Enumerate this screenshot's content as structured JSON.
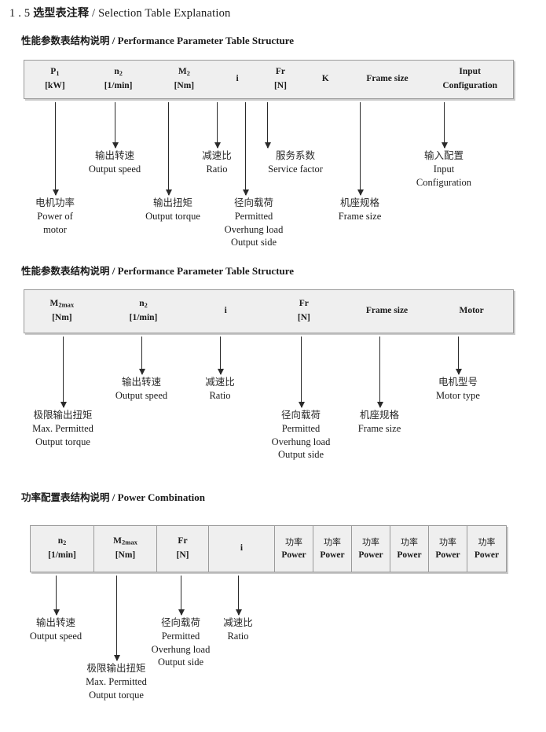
{
  "title": {
    "number": "1 . 5",
    "cn": "选型表注释",
    "sep": "/",
    "en": "Selection Table Explanation"
  },
  "sections": [
    {
      "heading": {
        "cn": "性能参数表结构说明",
        "sep": "/",
        "en": "Performance Parameter Table Structure"
      },
      "table": {
        "columns": [
          {
            "line1": "P",
            "sub1": "1",
            "line2": "[kW]"
          },
          {
            "line1": "n",
            "sub1": "2",
            "line2": "[1/min]"
          },
          {
            "line1": "M",
            "sub1": "2",
            "line2": "[Nm]"
          },
          {
            "line1": "i",
            "sub1": "",
            "line2": ""
          },
          {
            "line1": "Fr",
            "sub1": "",
            "line2": "[N]"
          },
          {
            "line1": "K",
            "sub1": "",
            "line2": ""
          },
          {
            "line1": "Frame size",
            "sub1": "",
            "line2": ""
          },
          {
            "line1": "Input",
            "sub1": "",
            "line2": "Configuration"
          }
        ]
      },
      "notes": [
        {
          "cn": "电机功率",
          "en": [
            "Power of",
            "motor"
          ]
        },
        {
          "cn": "输出转速",
          "en": [
            "Output speed"
          ]
        },
        {
          "cn": "输出扭矩",
          "en": [
            "Output torque"
          ]
        },
        {
          "cn": "减速比",
          "en": [
            "Ratio"
          ]
        },
        {
          "cn": "径向载荷",
          "en": [
            "Permitted",
            "Overhung load",
            "Output side"
          ]
        },
        {
          "cn": "服务系数",
          "en": [
            "Service factor"
          ]
        },
        {
          "cn": "机座规格",
          "en": [
            "Frame size"
          ]
        },
        {
          "cn": "输入配置",
          "en": [
            "Input",
            "Configuration"
          ]
        }
      ]
    },
    {
      "heading": {
        "cn": "性能参数表结构说明",
        "sep": "/",
        "en": "Performance Parameter Table Structure"
      },
      "table": {
        "columns": [
          {
            "line1": "M",
            "sub1": "2max",
            "line2": "[Nm]"
          },
          {
            "line1": "n",
            "sub1": "2",
            "line2": "[1/min]"
          },
          {
            "line1": "i",
            "sub1": "",
            "line2": ""
          },
          {
            "line1": "Fr",
            "sub1": "",
            "line2": "[N]"
          },
          {
            "line1": "Frame size",
            "sub1": "",
            "line2": ""
          },
          {
            "line1": "Motor",
            "sub1": "",
            "line2": ""
          }
        ]
      },
      "notes": [
        {
          "cn": "极限输出扭矩",
          "en": [
            "Max. Permitted",
            "Output  torque"
          ]
        },
        {
          "cn": "输出转速",
          "en": [
            "Output speed"
          ]
        },
        {
          "cn": "减速比",
          "en": [
            "Ratio"
          ]
        },
        {
          "cn": "径向载荷",
          "en": [
            "Permitted",
            "Overhung load",
            "Output side"
          ]
        },
        {
          "cn": "机座规格",
          "en": [
            "Frame size"
          ]
        },
        {
          "cn": "电机型号",
          "en": [
            "Motor type"
          ]
        }
      ]
    },
    {
      "heading": {
        "cn": "功率配置表结构说明",
        "sep": "/",
        "en": "Power Combination"
      },
      "table": {
        "columns": [
          {
            "line1": "n",
            "sub1": "2",
            "line2": "[1/min]"
          },
          {
            "line1": "M",
            "sub1": "2max",
            "line2": "[Nm]"
          },
          {
            "line1": "Fr",
            "sub1": "",
            "line2": "[N]"
          },
          {
            "line1": "i",
            "sub1": "",
            "line2": ""
          },
          {
            "line1": "功率",
            "sub1": "",
            "line2": "Power"
          },
          {
            "line1": "功率",
            "sub1": "",
            "line2": "Power"
          },
          {
            "line1": "功率",
            "sub1": "",
            "line2": "Power"
          },
          {
            "line1": "功率",
            "sub1": "",
            "line2": "Power"
          },
          {
            "line1": "功率",
            "sub1": "",
            "line2": "Power"
          },
          {
            "line1": "功率",
            "sub1": "",
            "line2": "Power"
          }
        ]
      },
      "notes": [
        {
          "cn": "输出转速",
          "en": [
            "Output speed"
          ]
        },
        {
          "cn": "极限输出扭矩",
          "en": [
            "Max. Permitted",
            "Output  torque"
          ]
        },
        {
          "cn": "径向载荷",
          "en": [
            "Permitted",
            "Overhung load",
            "Output side"
          ]
        },
        {
          "cn": "减速比",
          "en": [
            "Ratio"
          ]
        }
      ]
    }
  ],
  "colors": {
    "table_bg": "#efefef",
    "table_border": "#9a9a9a",
    "arrow": "#2a2a2a",
    "text": "#1a1a1a"
  }
}
